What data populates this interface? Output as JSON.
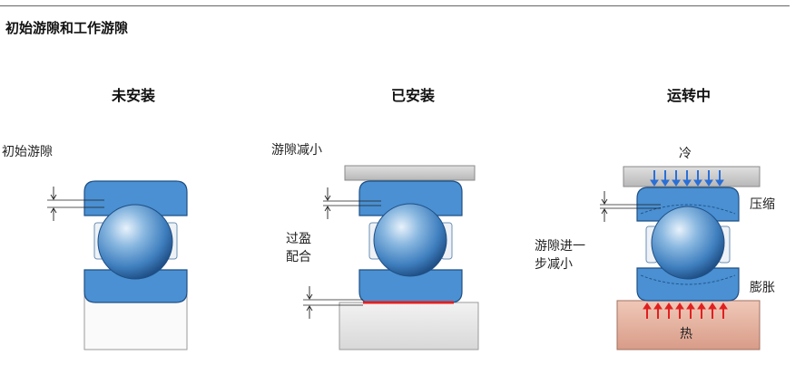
{
  "page": {
    "title": "初始游隙和工作游隙"
  },
  "panels": [
    {
      "heading": "未安装",
      "labels": {
        "clearance": "初始游隙"
      }
    },
    {
      "heading": "已安装",
      "labels": {
        "clearance": "游隙减小",
        "fit": "过盈\n配合"
      }
    },
    {
      "heading": "运转中",
      "labels": {
        "cold": "冷",
        "compress": "压缩",
        "clearance": "游隙进一\n步减小",
        "expand": "膨胀",
        "hot": "热"
      }
    }
  ],
  "colors": {
    "ring_blue": "#4a90d2",
    "ball_blue": "#3f7fbf",
    "housing_gray": "#c9c9c9",
    "shaft_pink": "#e8b8a8",
    "cold_arrow": "#2a6fd6",
    "hot_arrow": "#e02020",
    "fit_line": "#e02020"
  }
}
